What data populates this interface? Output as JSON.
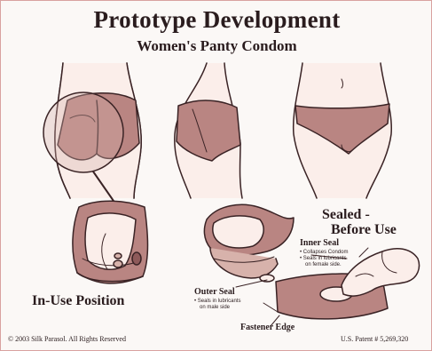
{
  "title": "Prototype Development",
  "subtitle": "Women's Panty Condom",
  "labels": {
    "in_use": "In-Use Position",
    "sealed_line1": "Sealed -",
    "sealed_line2": "Before Use",
    "inner_seal": "Inner Seal",
    "inner_seal_b1": "• Collapses Condom",
    "inner_seal_b2": "• Seals in lubricants",
    "inner_seal_b3": "on female side.",
    "outer_seal": "Outer Seal",
    "outer_seal_b1": "• Seals in lubricants",
    "outer_seal_b2": "on male side",
    "fastener_edge": "Fastener Edge"
  },
  "footer": {
    "copyright": "© 2003 Silk Parasol. All Rights Reserved",
    "patent": "U.S. Patent # 5,269,320"
  },
  "colors": {
    "outline": "#3a2325",
    "skin": "#fbeeea",
    "fabric": "#b98582",
    "fabric_dark": "#8e5a5a",
    "shadow": "#d7b2ab",
    "border": "#d9a2a0"
  }
}
